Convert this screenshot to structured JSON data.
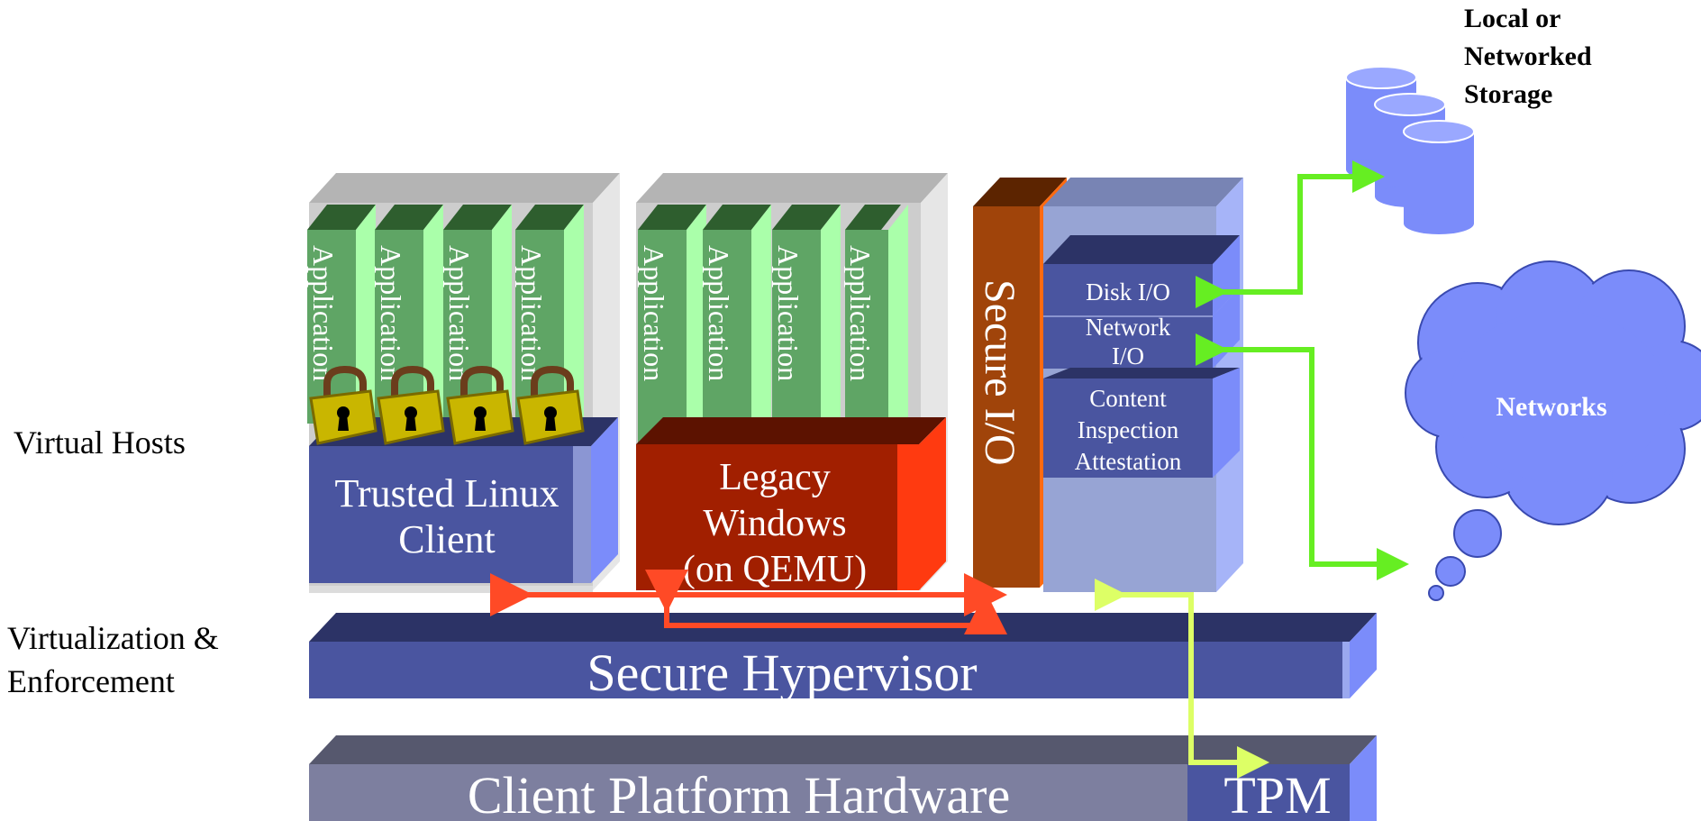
{
  "labels": {
    "virtual_hosts": "Virtual Hosts",
    "virtualization_line1": "Virtualization &",
    "virtualization_line2": "Enforcement",
    "storage_line1": "Local or",
    "storage_line2": "Networked",
    "storage_line3": "Storage",
    "networks": "Networks"
  },
  "linux_vm": {
    "apps": [
      "Application",
      "Application",
      "Application",
      "Application"
    ],
    "line1": "Trusted Linux",
    "line2": "Client"
  },
  "windows_vm": {
    "apps": [
      "Application",
      "Application",
      "Application",
      "Application"
    ],
    "line1": "Legacy",
    "line2": "Windows",
    "line3": "(on QEMU)"
  },
  "secure_io": {
    "label": "Secure I/O",
    "disk": "Disk I/O",
    "network_line1": "Network",
    "network_line2": "I/O",
    "content_line1": "Content",
    "content_line2": "Inspection",
    "content_line3": "Attestation"
  },
  "hypervisor": {
    "label": "Secure Hypervisor"
  },
  "hardware": {
    "label": "Client Platform Hardware",
    "tpm": "TPM"
  },
  "colors": {
    "gray_box": "#c8c8c8",
    "app_green": "#5fa565",
    "app_light_green": "#aaffaa",
    "linux_blue": "#4a55a0",
    "windows_red": "#a11f00",
    "secure_io_orange": "#a0440a",
    "io_panel": "#97a4d4",
    "hypervisor": "#4a55a0",
    "hardware": "#7d7f9f",
    "cloud": "#7b8cfa",
    "arrow_red": "#ff4a26",
    "arrow_green": "#66ee22",
    "arrow_yellow": "#ddff66"
  }
}
